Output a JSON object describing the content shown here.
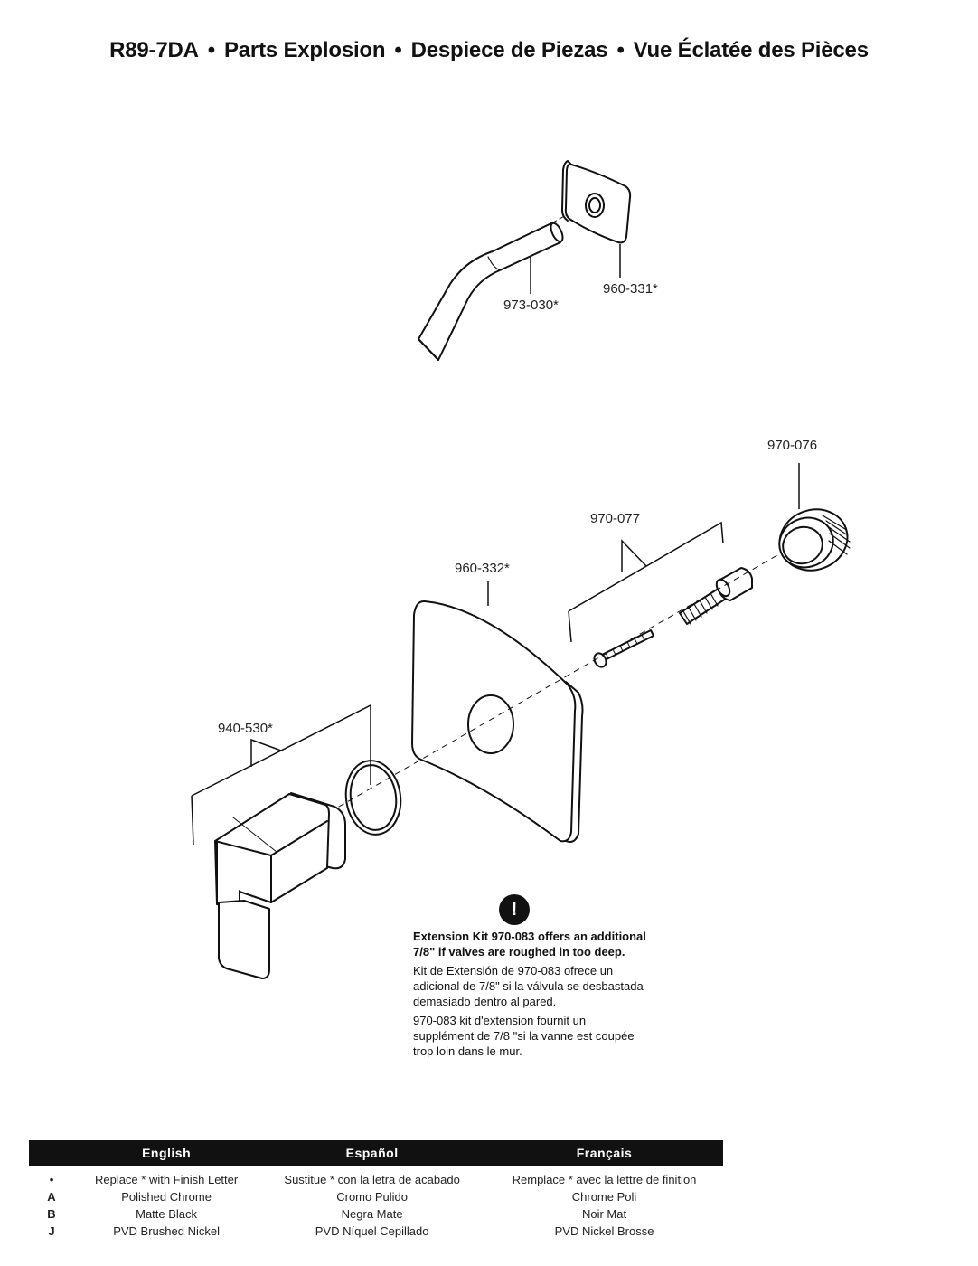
{
  "header": {
    "model": "R89-7DA",
    "sep": "•",
    "title_en": "Parts Explosion",
    "title_es": "Despiece de Piezas",
    "title_fr": "Vue Éclatée des Pièces"
  },
  "parts": {
    "arm": "973-030*",
    "flange": "960-331*",
    "valve_adapter": "970-076",
    "screw_kit": "970-077",
    "trim_plate": "960-332*",
    "handle": "940-530*"
  },
  "note": {
    "icon": "!",
    "en": "Extension Kit 970-083 offers an additional 7/8\" if valves are roughed in too deep.",
    "es": "Kit de Extensión de 970-083 ofrece un adicional de 7/8\" si la válvula se desbastada demasiado dentro al pared.",
    "fr": "970-083 kit d'extension fournit un supplément de 7/8 \"si la vanne est coupée trop loin dans le mur."
  },
  "finish_table": {
    "headers": [
      "",
      "English",
      "Español",
      "Français"
    ],
    "rows": [
      {
        "code": "•",
        "en": "Replace * with Finish Letter",
        "es": "Sustitue * con la letra de acabado",
        "fr": "Remplace * avec la lettre de finition"
      },
      {
        "code": "A",
        "en": "Polished Chrome",
        "es": "Cromo Pulido",
        "fr": "Chrome Poli"
      },
      {
        "code": "B",
        "en": "Matte Black",
        "es": "Negra Mate",
        "fr": "Noir Mat"
      },
      {
        "code": "J",
        "en": "PVD Brushed Nickel",
        "es": "PVD Níquel Cepillado",
        "fr": "PVD Nickel Brosse"
      }
    ]
  }
}
